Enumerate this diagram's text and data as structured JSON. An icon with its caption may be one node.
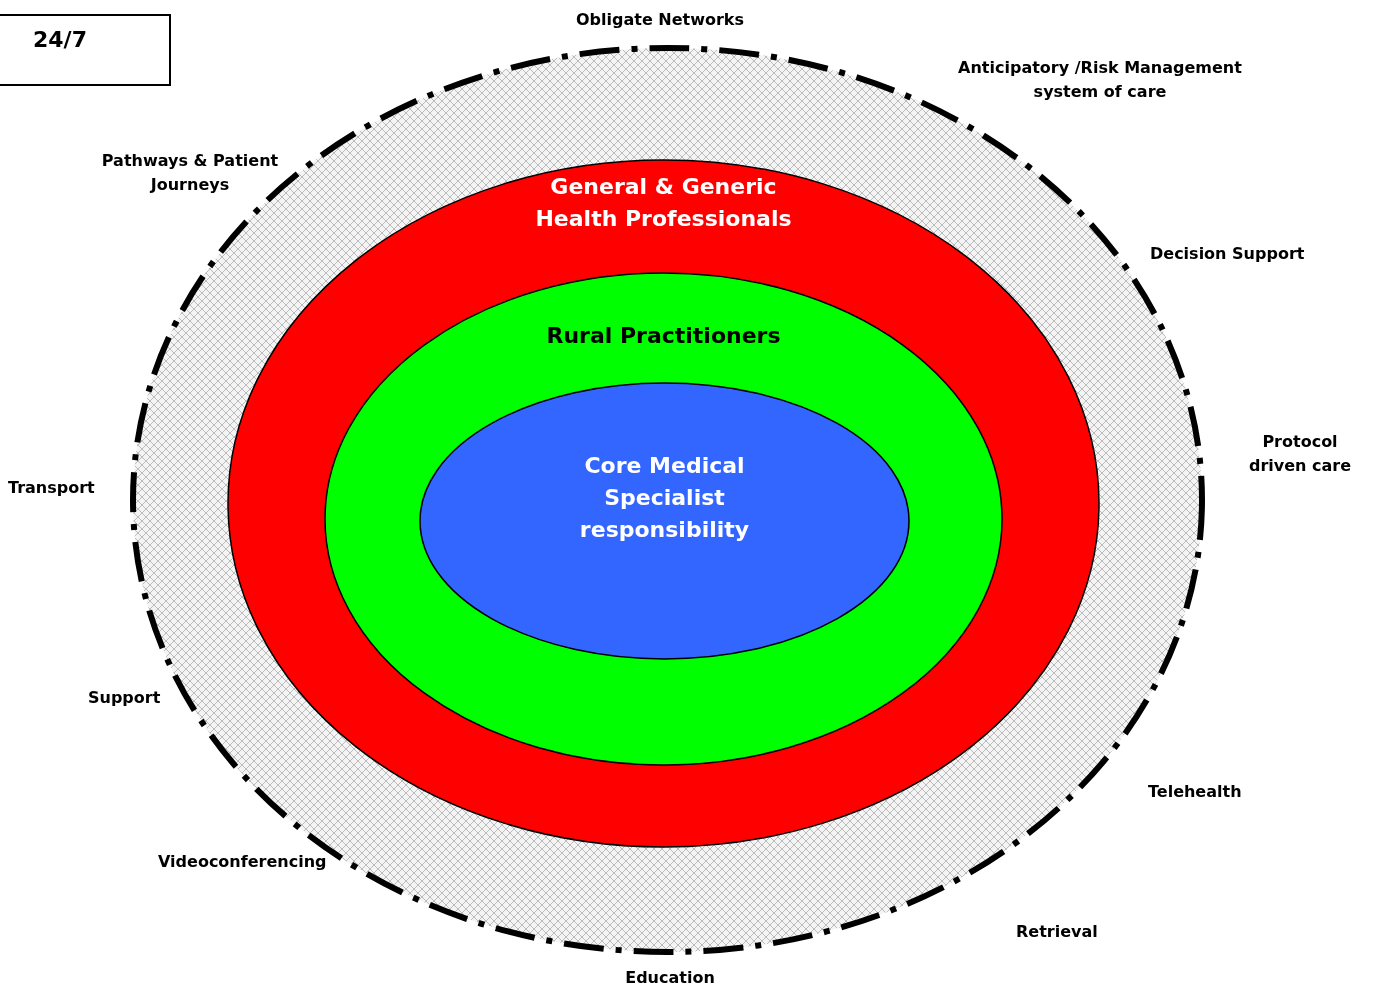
{
  "diagram": {
    "nodes": [
      {
        "text": [
          "24/7"
        ]
      },
      {
        "text": [],
        "shape": "ellipse"
      },
      {
        "text": [
          "General & Generic Health Professionals"
        ],
        "in": 1
      },
      {
        "text": [
          "Rural Practitioners"
        ],
        "in": 2
      },
      {
        "text": [
          "Core Medical Specialist responsibility"
        ],
        "in": 3
      }
    ],
    "edges": [],
    "labels": [
      "Obligate Networks",
      "Anticipatory /Risk Management system of care",
      "Pathways & Patient Journeys",
      "Decision Support",
      "Protocol driven care",
      "Transport",
      "Support",
      "Telehealth",
      "Videoconferencing",
      "Retrieval",
      "Education"
    ]
  }
}
